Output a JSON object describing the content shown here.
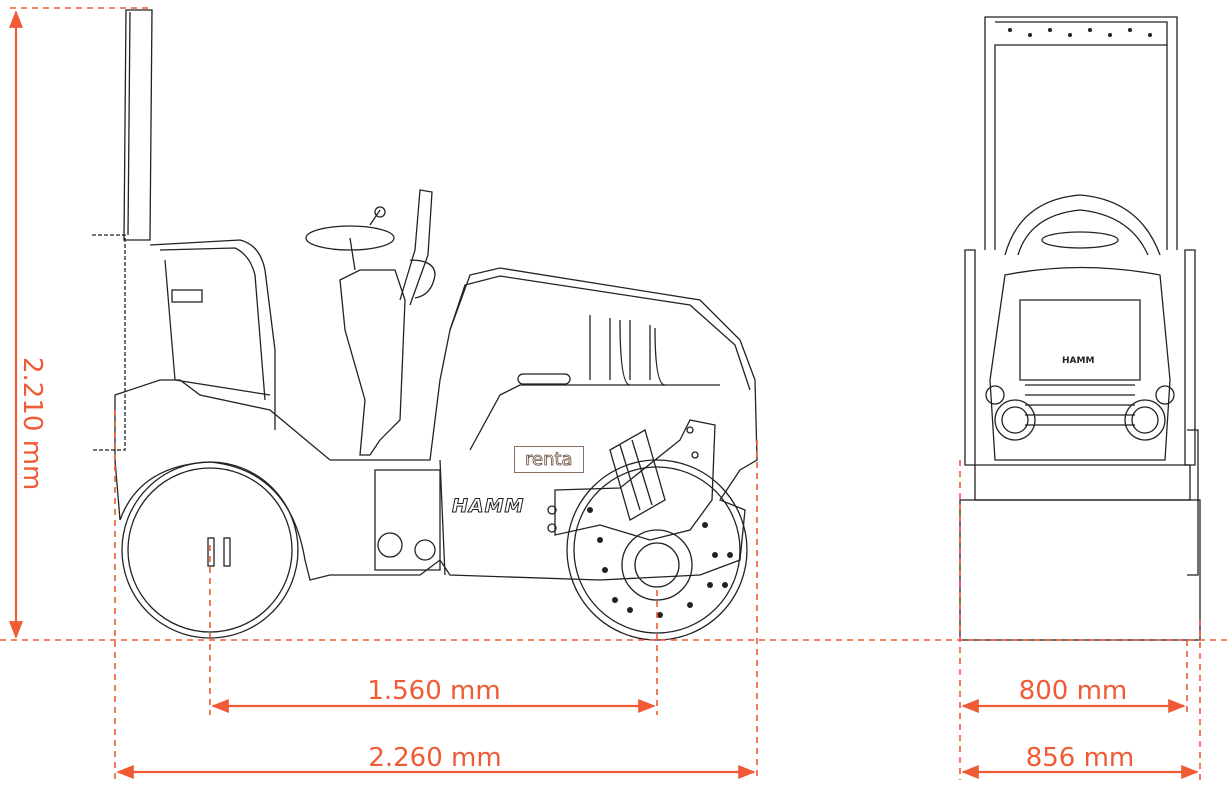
{
  "title": "Roller dimension drawing",
  "dimensions": {
    "height": "2.210 mm",
    "wheelbase": "1.560 mm",
    "length": "2.260 mm",
    "drum_width": "800 mm",
    "overall_width": "856 mm"
  },
  "branding": {
    "brand": "HAMM",
    "rental_label": "renta"
  },
  "colors": {
    "dimension": "#F05A35",
    "drawing": "#222222"
  }
}
